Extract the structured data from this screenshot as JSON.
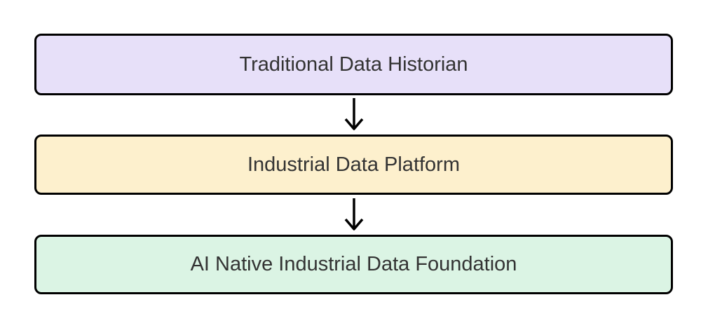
{
  "diagram": {
    "type": "flowchart",
    "direction": "top-down",
    "background_color": "#ffffff",
    "node_border_color": "#000000",
    "node_text_color": "#333333",
    "arrow_color": "#000000",
    "nodes": [
      {
        "label": "Traditional Data Historian",
        "fill": "#e7e0f9"
      },
      {
        "label": "Industrial Data Platform",
        "fill": "#fdf0cd"
      },
      {
        "label": "AI Native Industrial Data Foundation",
        "fill": "#dbf4e4"
      }
    ],
    "edges": [
      {
        "from": "Traditional Data Historian",
        "to": "Industrial Data Platform"
      },
      {
        "from": "Industrial Data Platform",
        "to": "AI Native Industrial Data Foundation"
      }
    ]
  }
}
